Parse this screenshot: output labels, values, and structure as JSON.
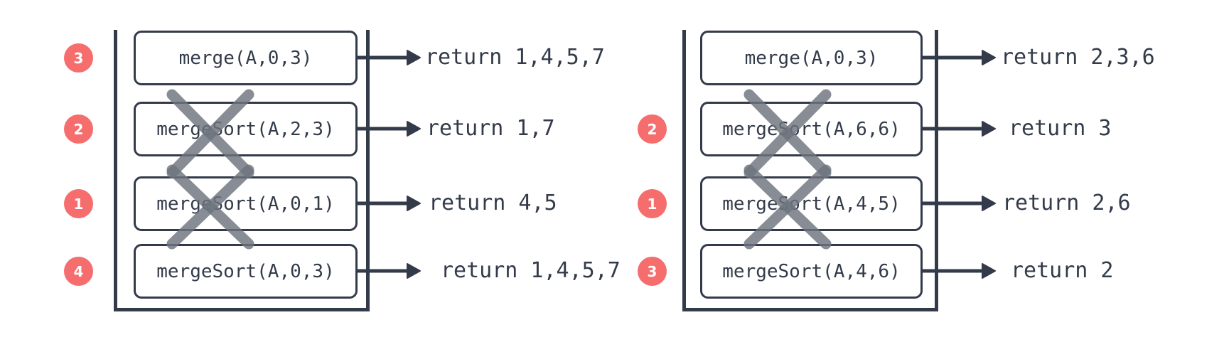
{
  "diagram": {
    "description": "Merge sort recursion call stacks",
    "colors": {
      "ink": "#333b4a",
      "badge": "#f56d6d",
      "cross": "#6e747e",
      "background": "#ffffff"
    },
    "stacks": [
      {
        "side": "left",
        "rows": [
          {
            "badge": "3",
            "call": "merge(A,0,3)",
            "ret": "return 1,4,5,7",
            "crossed": false
          },
          {
            "badge": "2",
            "call": "mergeSort(A,2,3)",
            "ret": "return 1,7",
            "crossed": true
          },
          {
            "badge": "1",
            "call": "mergeSort(A,0,1)",
            "ret": "return 4,5",
            "crossed": true
          },
          {
            "badge": "4",
            "call": "mergeSort(A,0,3)",
            "ret": "return 1,4,5,7",
            "crossed": false
          }
        ]
      },
      {
        "side": "right",
        "rows": [
          {
            "badge": null,
            "call": "merge(A,0,3)",
            "ret": "return 2,3,6",
            "crossed": false
          },
          {
            "badge": "2",
            "call": "mergeSort(A,6,6)",
            "ret": "return 3",
            "crossed": true
          },
          {
            "badge": "1",
            "call": "mergeSort(A,4,5)",
            "ret": "return 2,6",
            "crossed": true
          },
          {
            "badge": "3",
            "call": "mergeSort(A,4,6)",
            "ret": "return 2",
            "crossed": false
          }
        ]
      }
    ]
  }
}
